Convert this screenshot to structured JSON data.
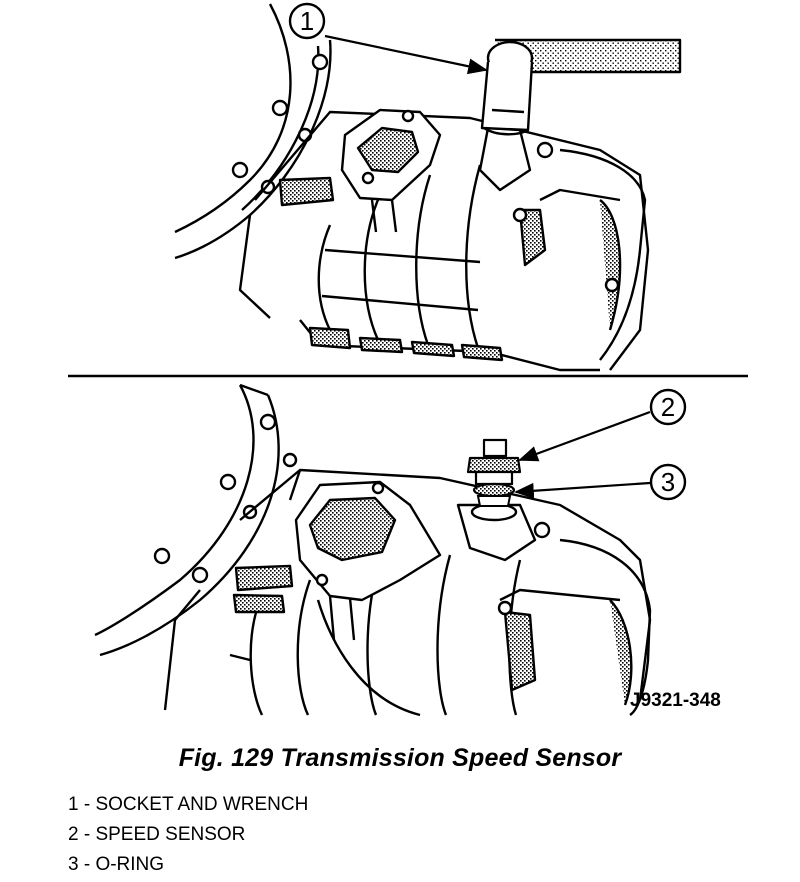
{
  "figure": {
    "caption": "Fig. 129 Transmission Speed Sensor",
    "reference_code": "J9321-348",
    "callouts": [
      {
        "number": "1",
        "text": "SOCKET AND WRENCH"
      },
      {
        "number": "2",
        "text": "SPEED SENSOR"
      },
      {
        "number": "3",
        "text": "O-RING"
      }
    ]
  },
  "legend": [
    "1 - SOCKET AND WRENCH",
    "2 - SPEED SENSOR",
    "3 - O-RING"
  ]
}
